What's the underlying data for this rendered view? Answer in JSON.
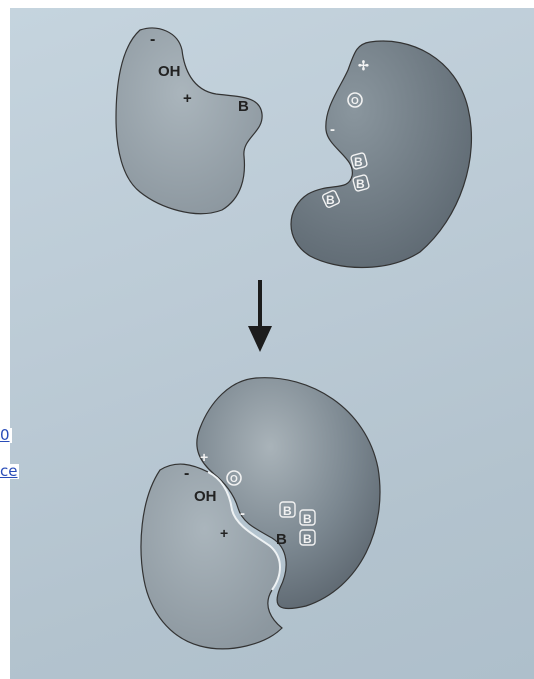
{
  "side_links": [
    "0",
    "ce"
  ],
  "top": {
    "left_domain": {
      "minus": "-",
      "oh": "OH",
      "plus": "+",
      "b": "B"
    },
    "right_domain": {
      "star": "✢",
      "o": "O",
      "minus": "-",
      "b1": "B",
      "b2": "B",
      "b3": "B"
    }
  },
  "bottom": {
    "plus": "+",
    "o": "O",
    "minus_left": "-",
    "oh": "OH",
    "minus_mid": "-",
    "plus_low": "+",
    "b1": "B",
    "b2": "B",
    "b_bold": "B",
    "b3": "B"
  },
  "colors": {
    "background": "#bccbd6",
    "light_domain": "#9aa6ae",
    "dark_domain": "#6f7b84",
    "text": "#222222"
  }
}
